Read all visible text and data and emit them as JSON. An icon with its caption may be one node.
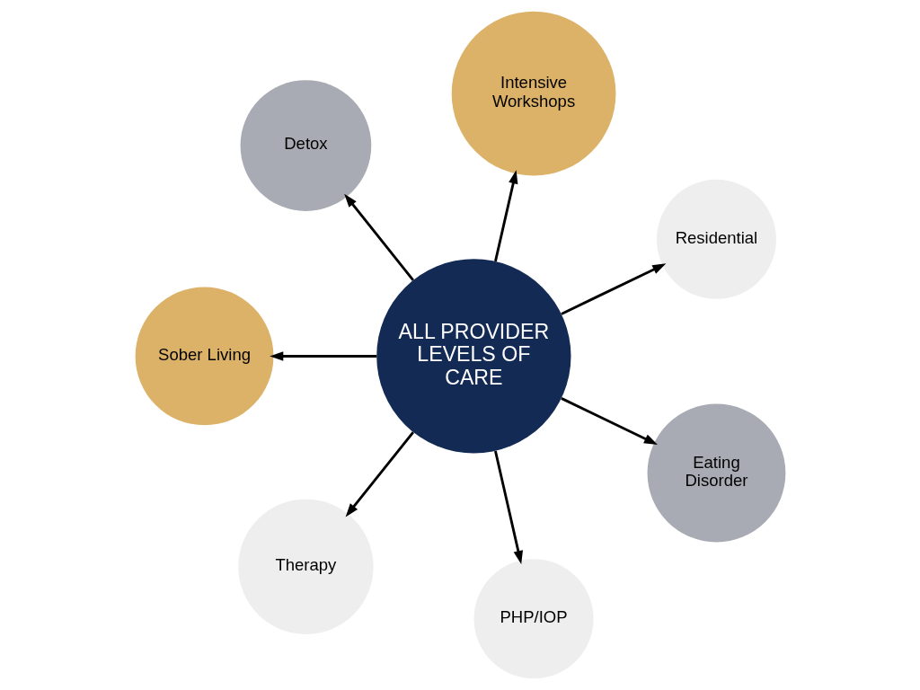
{
  "diagram": {
    "nodes": [
      {
        "text": [
          "ALL PROVIDER LEVELS OF CARE"
        ]
      },
      {
        "text": [
          "Residential"
        ]
      },
      {
        "text": [
          "Intensive Workshops"
        ]
      },
      {
        "text": [
          "Detox"
        ]
      },
      {
        "text": [
          "Sober Living"
        ]
      },
      {
        "text": [
          "Therapy"
        ]
      },
      {
        "text": [
          "PHP/IOP"
        ]
      },
      {
        "text": [
          "Eating Disorder"
        ]
      }
    ],
    "edges": [
      {
        "from": 0,
        "to": 1,
        "arrow": "to"
      },
      {
        "from": 0,
        "to": 3,
        "arrow": "to"
      },
      {
        "from": 0,
        "to": 4,
        "arrow": "to"
      },
      {
        "from": 0,
        "to": 6,
        "arrow": "to"
      },
      {
        "from": 0,
        "to": 7,
        "arrow": "to"
      },
      {
        "from": 0,
        "to": 5,
        "arrow": "to"
      },
      {
        "from": 0,
        "to": 2,
        "arrow": "to"
      }
    ]
  }
}
